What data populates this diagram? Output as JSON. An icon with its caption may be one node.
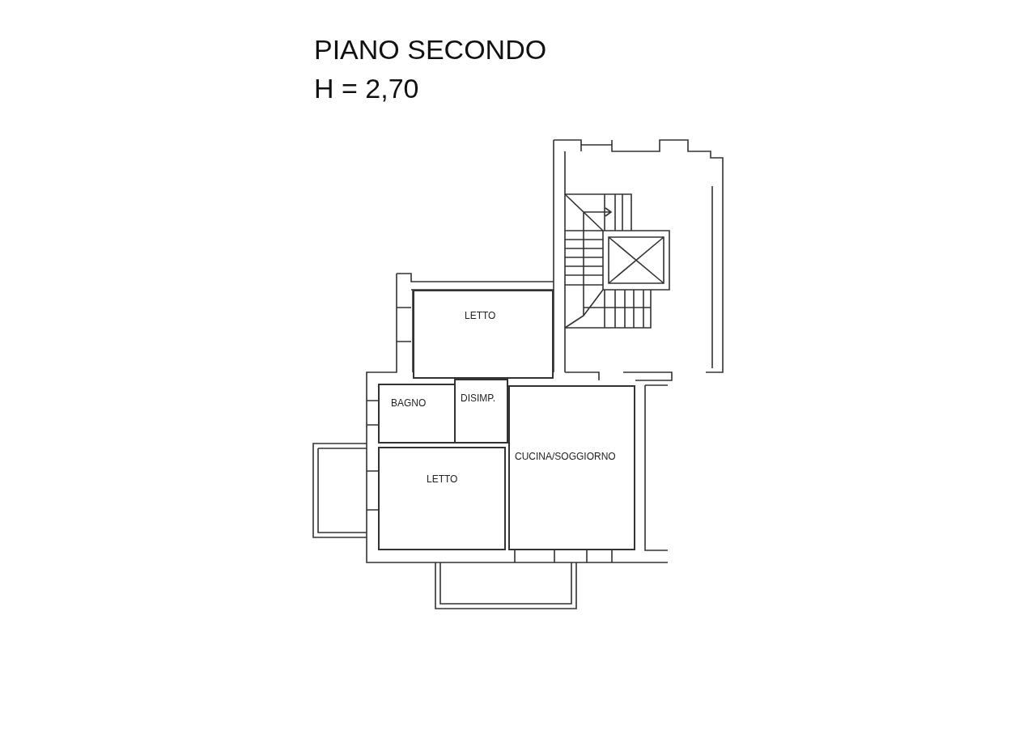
{
  "diagram": {
    "title": "PIANO SECONDO",
    "nodes": [
      {
        "text": [
          "LETTO"
        ]
      },
      {
        "text": [
          "BAGNO"
        ]
      },
      {
        "text": [
          "DISIMP."
        ]
      },
      {
        "text": [
          "LETTO"
        ]
      },
      {
        "text": [
          "CUCINA/SOGGIORNO"
        ]
      }
    ],
    "labels": [
      "H = 2,70"
    ]
  }
}
